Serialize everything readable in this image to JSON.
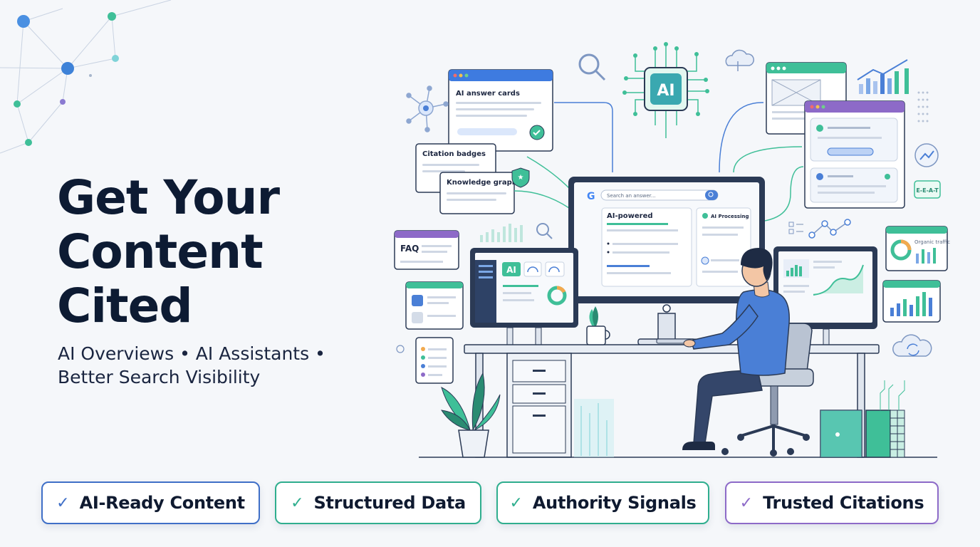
{
  "hero": {
    "title_lines": [
      "Get Your",
      "Content",
      "Cited"
    ],
    "subtitle_lines": [
      "AI Overviews • AI Assistants •",
      "Better Search Visibility"
    ]
  },
  "illustration": {
    "cards": {
      "ai_answer_cards": "AI answer cards",
      "citation_badges": "Citation badges",
      "knowledge_graph": "Knowledge graph",
      "faq": "FAQ",
      "eeat": "E-E-A-T",
      "organic_traffic": "Organic traffic"
    },
    "chip_ai": "AI",
    "monitor": {
      "search_placeholder": "Search an answer...",
      "ai_powered": "AI-powered",
      "ai_processing": "AI Processing"
    },
    "laptop_ai_tag": "AI"
  },
  "pills": [
    {
      "label": "AI-Ready Content",
      "color": "#3f6fc7"
    },
    {
      "label": "Structured Data",
      "color": "#2fae8e"
    },
    {
      "label": "Authority Signals",
      "color": "#2fae8e"
    },
    {
      "label": "Trusted Citations",
      "color": "#8d6ac8"
    }
  ]
}
